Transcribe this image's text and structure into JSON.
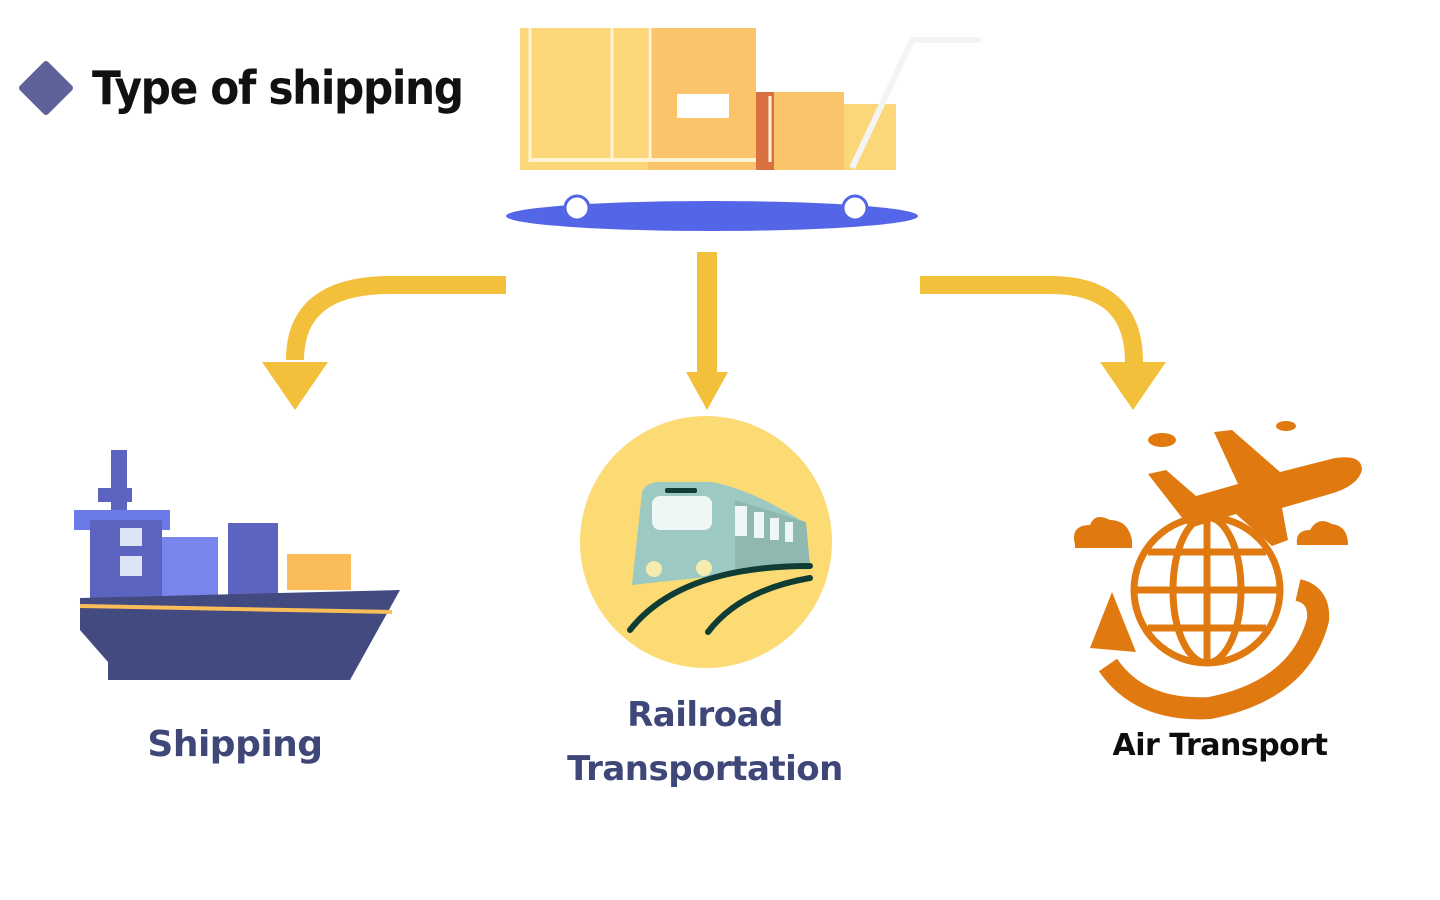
{
  "header": {
    "title": "Type of shipping"
  },
  "nodes": [
    {
      "label": "Shipping",
      "icon": "cargo-ship-icon",
      "color": "#3f4778"
    },
    {
      "label": "Railroad Transportation",
      "icon": "train-icon",
      "color": "#3f4778"
    },
    {
      "label": "Air Transport",
      "icon": "airplane-globe-icon",
      "color": "#0d0d0d"
    }
  ],
  "colors": {
    "accent": "#5f6299",
    "arrow": "#f3c03c",
    "cart_platform": "#5466e8",
    "box": "#fbcf77",
    "air_orange": "#e07a10"
  }
}
